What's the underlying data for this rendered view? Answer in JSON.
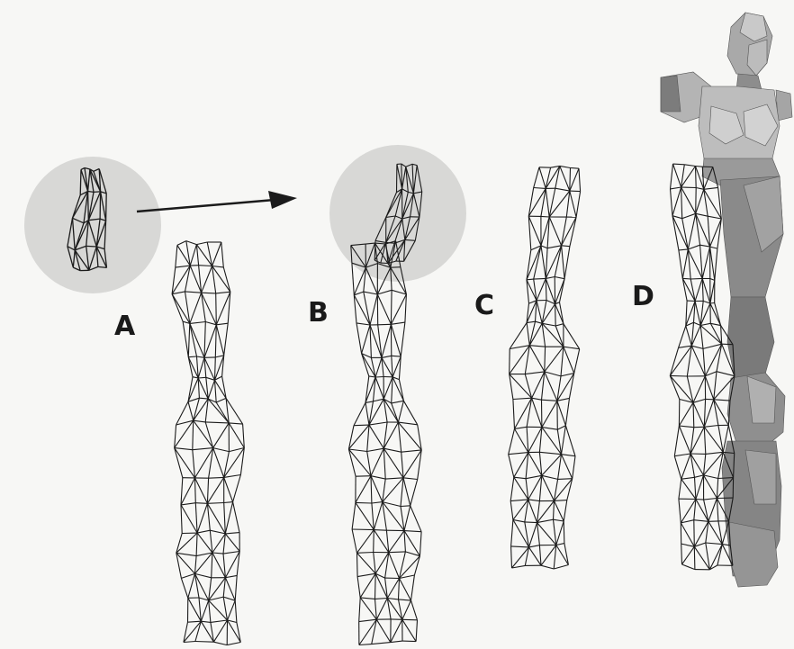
{
  "labels": {
    "a": "A",
    "b": "B",
    "c": "C",
    "d": "D"
  },
  "colors": {
    "background": "#f7f7f5",
    "wireframe": "#1b1b1b",
    "highlight_circle": "#d6d6d4",
    "shaded_model_light": "#c8c8c8",
    "shaded_model_mid": "#9d9d9d",
    "shaded_model_dark": "#6e6e6e"
  },
  "icons": {
    "arrow": "arrow-right-icon"
  }
}
